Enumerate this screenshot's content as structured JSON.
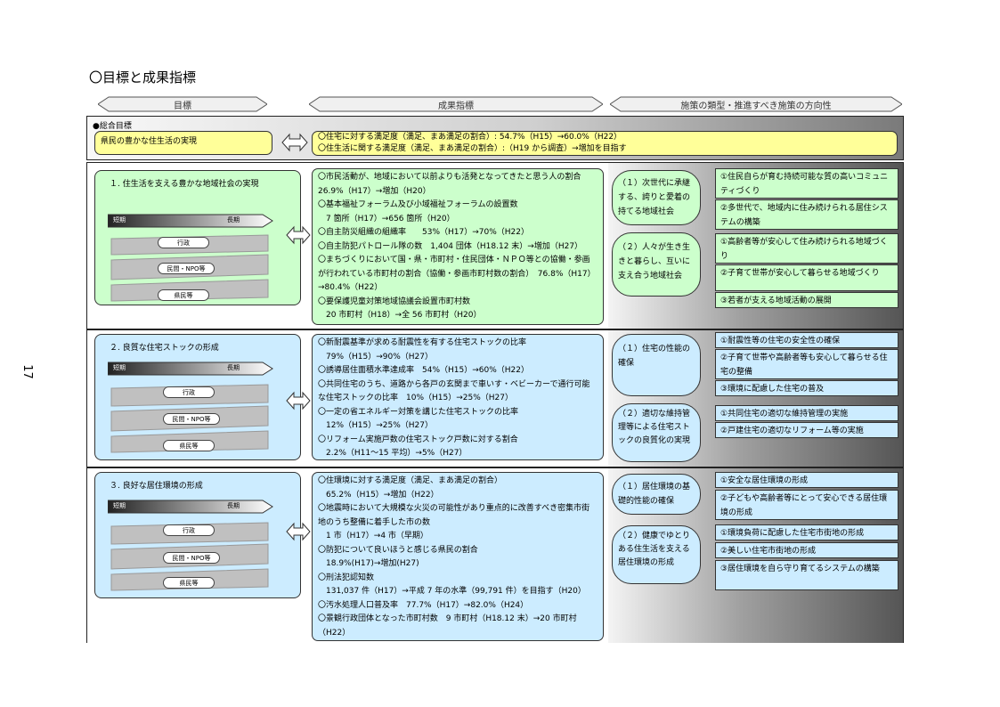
{
  "page_title": "〇目標と成果指標",
  "page_number": "17",
  "headers": {
    "goal": "目標",
    "indicator": "成果指標",
    "policy": "施策の類型・推進すべき施策の方向性"
  },
  "overall": {
    "label": "●総合目標",
    "goal": "県民の豊かな住生活の実現",
    "indicators": [
      "〇住宅に対する満足度（満足、まあ満足の割合）: 54.7%（H15）→60.0%（H22）",
      "〇住生活に関する満足度（満足、まあ満足の割合）:（H19 から調査）→増加を目指す"
    ]
  },
  "term_labels": {
    "short": "短期",
    "long": "長期"
  },
  "actors": [
    "行政",
    "民間・NPO等",
    "県民等"
  ],
  "sections": [
    {
      "goal": "１. 住生活を支える豊かな地域社会の実現",
      "indicators": [
        "〇市民活動が、地域において以前よりも活発となってきたと思う人の割合　26.9%（H17）→増加（H20）",
        "〇基本福祉フォーラム及び小域福祉フォーラムの設置数",
        "　7 箇所（H17）→656 箇所（H20）",
        "〇自主防災組織の組織率　　53%（H17）→70%（H22）",
        "〇自主防犯パトロール隊の数　1,404 団体（H18.12 末）→増加（H27）",
        "〇まちづくりにおいて国・県・市町村・住民団体・ＮＰＯ等との協働・参画が行われている市町村の割合（協働・参画市町村数の割合）　76.8%（H17）→80.4%（H22）",
        "〇要保護児童対策地域協議会設置市町村数",
        "　20 市町村（H18）→全 56 市町村（H20）"
      ],
      "policies": [
        {
          "type": "（１）次世代に承継する、誇りと愛着の持てる地域社会",
          "measures": [
            "①住民自らが育む持続可能な質の高いコミュニティづくり",
            "②多世代で、地域内に住み続けられる居住システムの構築"
          ]
        },
        {
          "type": "（２）人々が生き生きと暮らし、互いに支え合う地域社会",
          "measures": [
            "①高齢者等が安心して住み続けられる地域づくり",
            "②子育て世帯が安心して暮らせる地域づくり",
            "③若者が支える地域活動の展開"
          ]
        }
      ]
    },
    {
      "goal": "２. 良質な住宅ストックの形成",
      "indicators": [
        "〇新耐震基準が求める耐震性を有する住宅ストックの比率",
        "　79%（H15）→90%（H27）",
        "〇誘導居住面積水準達成率　54%（H15）→60%（H22）",
        "〇共同住宅のうち、道路から各戸の玄関まで車いす・ベビーカーで通行可能な住宅ストックの比率　10%（H15）→25%（H27）",
        "〇一定の省エネルギー対策を講じた住宅ストックの比率",
        "　12%（H15）→25%（H27）",
        "〇リフォーム実施戸数の住宅ストック戸数に対する割合",
        "　2.2%（H11～15 平均）→5%（H27）"
      ],
      "policies": [
        {
          "type": "（１）住宅の性能の確保",
          "measures": [
            "①耐震性等の住宅の安全性の確保",
            "②子育て世帯や高齢者等も安心して暮らせる住宅の整備",
            "③環境に配慮した住宅の普及"
          ]
        },
        {
          "type": "（２）適切な維持管理等による住宅ストックの良質化の実現",
          "measures": [
            "①共同住宅の適切な維持管理の実施",
            "②戸建住宅の適切なリフォーム等の実施"
          ]
        }
      ]
    },
    {
      "goal": "３. 良好な居住環境の形成",
      "indicators": [
        "〇住環境に対する満足度（満足、まあ満足の割合）",
        "　65.2%（H15）→増加（H22）",
        "〇地震時において大規模な火災の可能性があり重点的に改善すべき密集市街地のうち整備に着手した市の数",
        "　1 市（H17）→4 市（早期）",
        "〇防犯について良いほうと感じる県民の割合",
        "　18.9%(H17)→増加(H27)",
        "〇刑法犯認知数",
        "　131,037 件（H17）→平成 7 年の水準（99,791 件）を目指す（H20）",
        "〇汚水処理人口普及率　77.7%（H17）→82.0%（H24）",
        "〇景観行政団体となった市町村数　9 市町村（H18.12 末）→20 市町村（H22）"
      ],
      "policies": [
        {
          "type": "（１）居住環境の基礎的性能の確保",
          "measures": [
            "①安全な居住環境の形成",
            "②子どもや高齢者等にとって安心できる居住環境の形成"
          ]
        },
        {
          "type": "（２）健康でゆとりある住生活を支える居住環境の形成",
          "measures": [
            "①環境負荷に配慮した住宅市街地の形成",
            "②美しい住宅市街地の形成",
            "③居住環境を自ら守り育てるシステムの構築"
          ]
        }
      ]
    }
  ]
}
